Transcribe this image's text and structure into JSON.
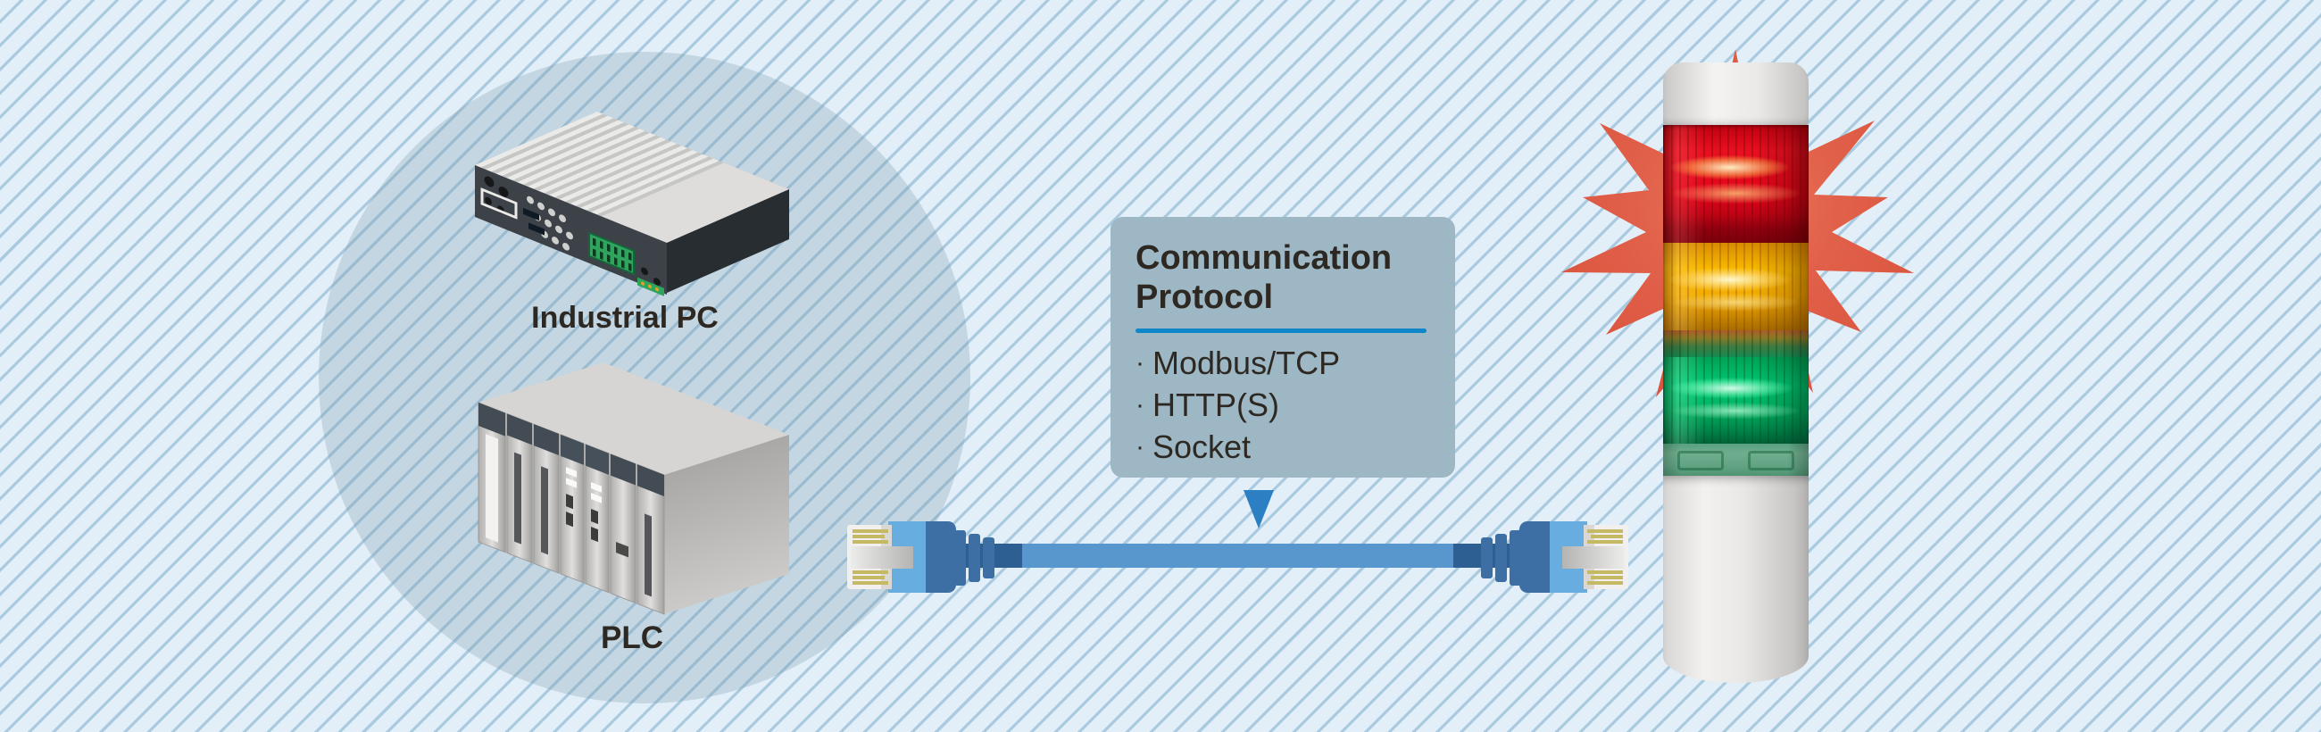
{
  "colors": {
    "bg-base": "#e3eff8",
    "bg-stripe": "#a9cadf",
    "circle-fill": "rgba(116,150,168,0.28)",
    "label-text": "#2e2822",
    "box-bg": "#9db7c5",
    "box-text": "#2e2822",
    "rule-blue": "#0f86c8",
    "arrow-blue": "#2b7fc2",
    "cable-blue": "#5897cd",
    "starburst-inner": "#ea7a60",
    "starburst-outer": "#d9543e",
    "tower-red": "#e20518",
    "tower-amber": "#f5a800",
    "tower-green": "#00a95f",
    "tower-body": "#e9e8e6"
  },
  "devices": {
    "industrial_pc_label": "Industrial PC",
    "plc_label": "PLC"
  },
  "protocol_box": {
    "title": "Communication Protocol",
    "bullet_char": "·",
    "items": [
      "Modbus/TCP",
      "HTTP(S)",
      "Socket"
    ]
  },
  "icons": {
    "industrial_pc": "industrial-pc-illustration",
    "plc": "plc-illustration",
    "cable": "ethernet-cable-icon",
    "connector_left": "rj45-connector-icon",
    "connector_right": "rj45-connector-icon",
    "arrow": "arrow-down-icon",
    "starburst": "alert-flash-starburst-icon",
    "tower": "signal-tower-illustration"
  }
}
